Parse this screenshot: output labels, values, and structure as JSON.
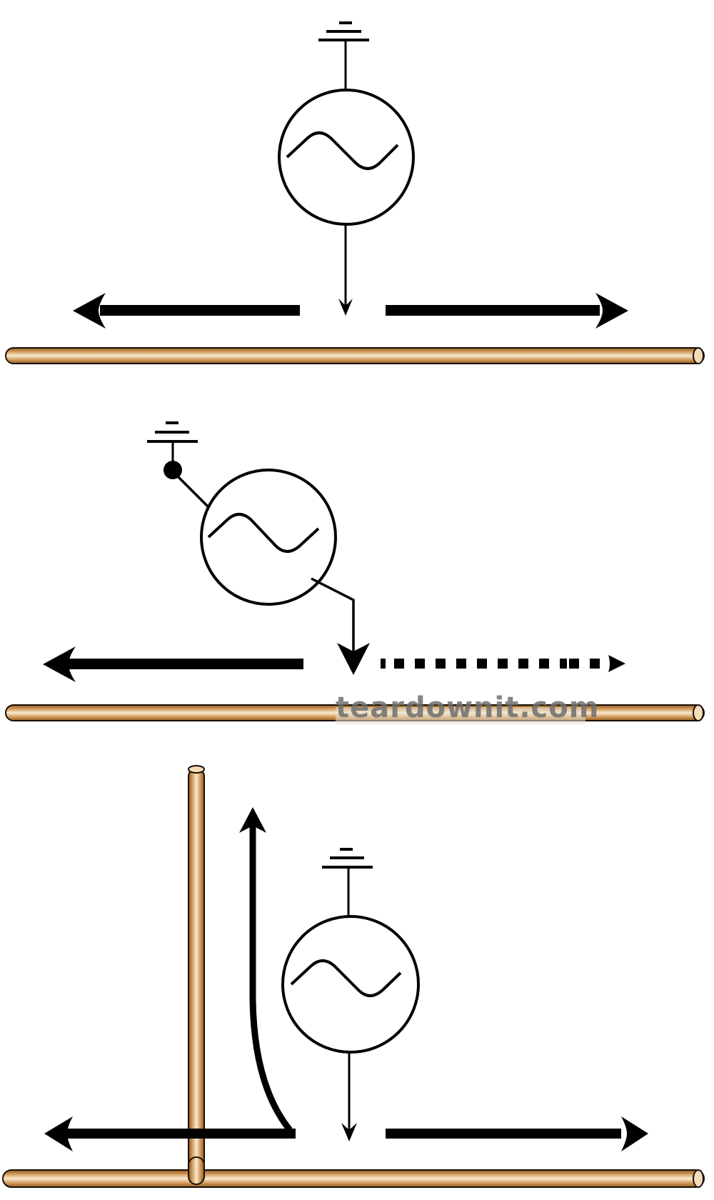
{
  "figure": {
    "description": "Three antenna feed diagrams showing an AC source driving a wire and wave propagation directions",
    "colors": {
      "wire_dark": "#8a5a25",
      "wire_mid": "#c98f4e",
      "wire_light": "#fbe9cc",
      "stroke": "#000000",
      "background": "#ffffff"
    },
    "panels": [
      {
        "id": "top",
        "label": "center-fed source on horizontal wire",
        "source": {
          "symbol": "ac-source",
          "ground": "chassis-ground-top"
        },
        "arrows": [
          {
            "direction": "left",
            "style": "solid"
          },
          {
            "direction": "down",
            "style": "thin-feed"
          },
          {
            "direction": "right",
            "style": "solid"
          }
        ]
      },
      {
        "id": "middle",
        "label": "offset source with grounded node",
        "source": {
          "symbol": "ac-source",
          "ground": "chassis-ground-with-node"
        },
        "arrows": [
          {
            "direction": "left",
            "style": "solid"
          },
          {
            "direction": "down",
            "style": "bent-feed"
          },
          {
            "direction": "right",
            "style": "dotted"
          }
        ]
      },
      {
        "id": "bottom",
        "label": "source near vertical wire junction",
        "source": {
          "symbol": "ac-source",
          "ground": "chassis-ground-top"
        },
        "arrows": [
          {
            "direction": "left",
            "style": "solid"
          },
          {
            "direction": "up",
            "style": "curved"
          },
          {
            "direction": "down",
            "style": "thin-feed"
          },
          {
            "direction": "right",
            "style": "solid"
          }
        ]
      }
    ]
  },
  "watermark": {
    "text": "teardownit.com"
  }
}
